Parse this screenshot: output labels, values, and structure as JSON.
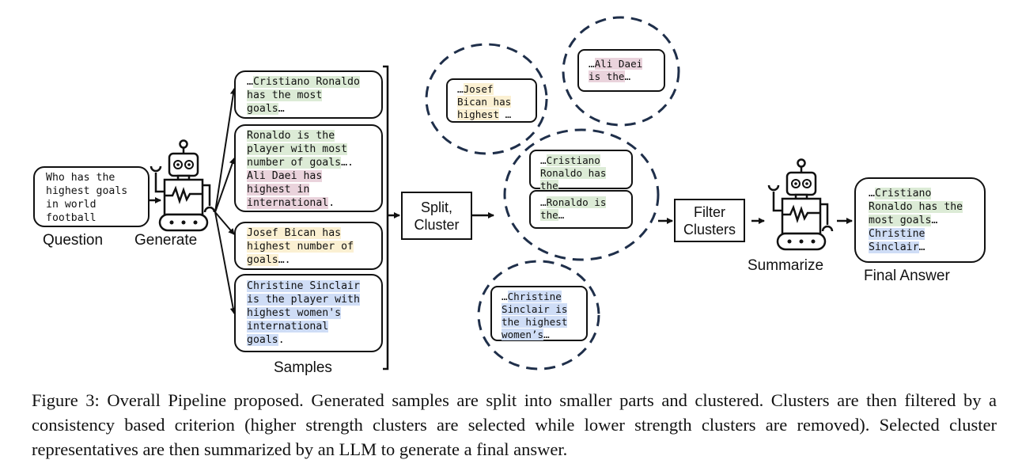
{
  "figure": {
    "question": {
      "lines": [
        "Who has the",
        "highest goals",
        "in world",
        "football"
      ],
      "label": "Question"
    },
    "generate_label": "Generate",
    "samples_label": "Samples",
    "samples": [
      {
        "lines": [
          {
            "text": "…",
            "hl": ""
          },
          {
            "text": "Cristiano Ronaldo",
            "hl": "g",
            "nl": true
          },
          {
            "text": "has the most",
            "hl": "g",
            "nl": true
          },
          {
            "text": "goals",
            "hl": "g"
          },
          {
            "text": "…",
            "hl": ""
          }
        ]
      },
      {
        "lines": [
          {
            "text": "Ronaldo is the",
            "hl": "g",
            "nl": true
          },
          {
            "text": "player with most",
            "hl": "g",
            "nl": true
          },
          {
            "text": "number of goals",
            "hl": "g"
          },
          {
            "text": "….",
            "hl": "",
            "nl": true
          },
          {
            "text": "Ali Daei has",
            "hl": "p",
            "nl": true
          },
          {
            "text": "highest in",
            "hl": "p",
            "nl": true
          },
          {
            "text": "international",
            "hl": "p"
          },
          {
            "text": ".",
            "hl": ""
          }
        ]
      },
      {
        "lines": [
          {
            "text": "Josef Bican has",
            "hl": "y",
            "nl": true
          },
          {
            "text": "highest number of",
            "hl": "y",
            "nl": true
          },
          {
            "text": "goals",
            "hl": "y"
          },
          {
            "text": "….",
            "hl": ""
          }
        ]
      },
      {
        "lines": [
          {
            "text": "Christine Sinclair",
            "hl": "b",
            "nl": true
          },
          {
            "text": "is the player with",
            "hl": "b",
            "nl": true
          },
          {
            "text": "highest women's",
            "hl": "b",
            "nl": true
          },
          {
            "text": "international",
            "hl": "b",
            "nl": true
          },
          {
            "text": "goals",
            "hl": "b"
          },
          {
            "text": ".",
            "hl": ""
          }
        ]
      }
    ],
    "split_cluster": [
      "Split,",
      "Cluster"
    ],
    "clusters": [
      {
        "name": "josef-bican",
        "strength": "low",
        "members": [
          [
            {
              "text": "…",
              "hl": ""
            },
            {
              "text": "Josef",
              "hl": "y",
              "nl": true
            },
            {
              "text": "Bican has",
              "hl": "y",
              "nl": true
            },
            {
              "text": "highest",
              "hl": "y"
            },
            {
              "text": " …",
              "hl": ""
            }
          ]
        ]
      },
      {
        "name": "ali-daei",
        "strength": "low",
        "members": [
          [
            {
              "text": "…",
              "hl": ""
            },
            {
              "text": "Ali Daei",
              "hl": "p",
              "nl": true
            },
            {
              "text": "is the",
              "hl": "p"
            },
            {
              "text": "…",
              "hl": ""
            }
          ]
        ]
      },
      {
        "name": "cristiano-ronaldo",
        "strength": "high",
        "members": [
          [
            {
              "text": "…",
              "hl": ""
            },
            {
              "text": "Cristiano",
              "hl": "g",
              "nl": true
            },
            {
              "text": "Ronaldo has",
              "hl": "g",
              "nl": true
            },
            {
              "text": "the",
              "hl": "g"
            },
            {
              "text": " …",
              "hl": ""
            }
          ],
          [
            {
              "text": "…",
              "hl": ""
            },
            {
              "text": "Ronaldo is",
              "hl": "g",
              "nl": true
            },
            {
              "text": "the",
              "hl": "g"
            },
            {
              "text": "…",
              "hl": ""
            }
          ]
        ]
      },
      {
        "name": "christine-sinclair",
        "strength": "low",
        "members": [
          [
            {
              "text": "…",
              "hl": ""
            },
            {
              "text": "Christine",
              "hl": "b",
              "nl": true
            },
            {
              "text": "Sinclair is",
              "hl": "b",
              "nl": true
            },
            {
              "text": "the highest",
              "hl": "b",
              "nl": true
            },
            {
              "text": "women’s",
              "hl": "b"
            },
            {
              "text": "…",
              "hl": ""
            }
          ]
        ]
      }
    ],
    "filter_clusters": [
      "Filter",
      "Clusters"
    ],
    "summarize_label": "Summarize",
    "final_answer": {
      "label": "Final Answer",
      "lines": [
        {
          "text": "…",
          "hl": ""
        },
        {
          "text": "Cristiano",
          "hl": "g",
          "nl": true
        },
        {
          "text": "Ronaldo has the",
          "hl": "g",
          "nl": true
        },
        {
          "text": "most goals",
          "hl": "g"
        },
        {
          "text": "…",
          "hl": "",
          "nl": true
        },
        {
          "text": "Christine",
          "hl": "b",
          "nl": true
        },
        {
          "text": "Sinclair",
          "hl": "b"
        },
        {
          "text": "…",
          "hl": ""
        }
      ]
    },
    "highlight_colors": {
      "g": "#dcebd6",
      "p": "#ead3dc",
      "y": "#fbf0d2",
      "b": "#cfddf6"
    }
  },
  "caption": "Figure 3: Overall Pipeline proposed. Generated samples are split into smaller parts and clustered. Clusters are then filtered by a consistency based criterion (higher strength clusters are selected while lower strength clusters are removed). Selected cluster representatives are then summarized by an LLM to generate a final answer."
}
